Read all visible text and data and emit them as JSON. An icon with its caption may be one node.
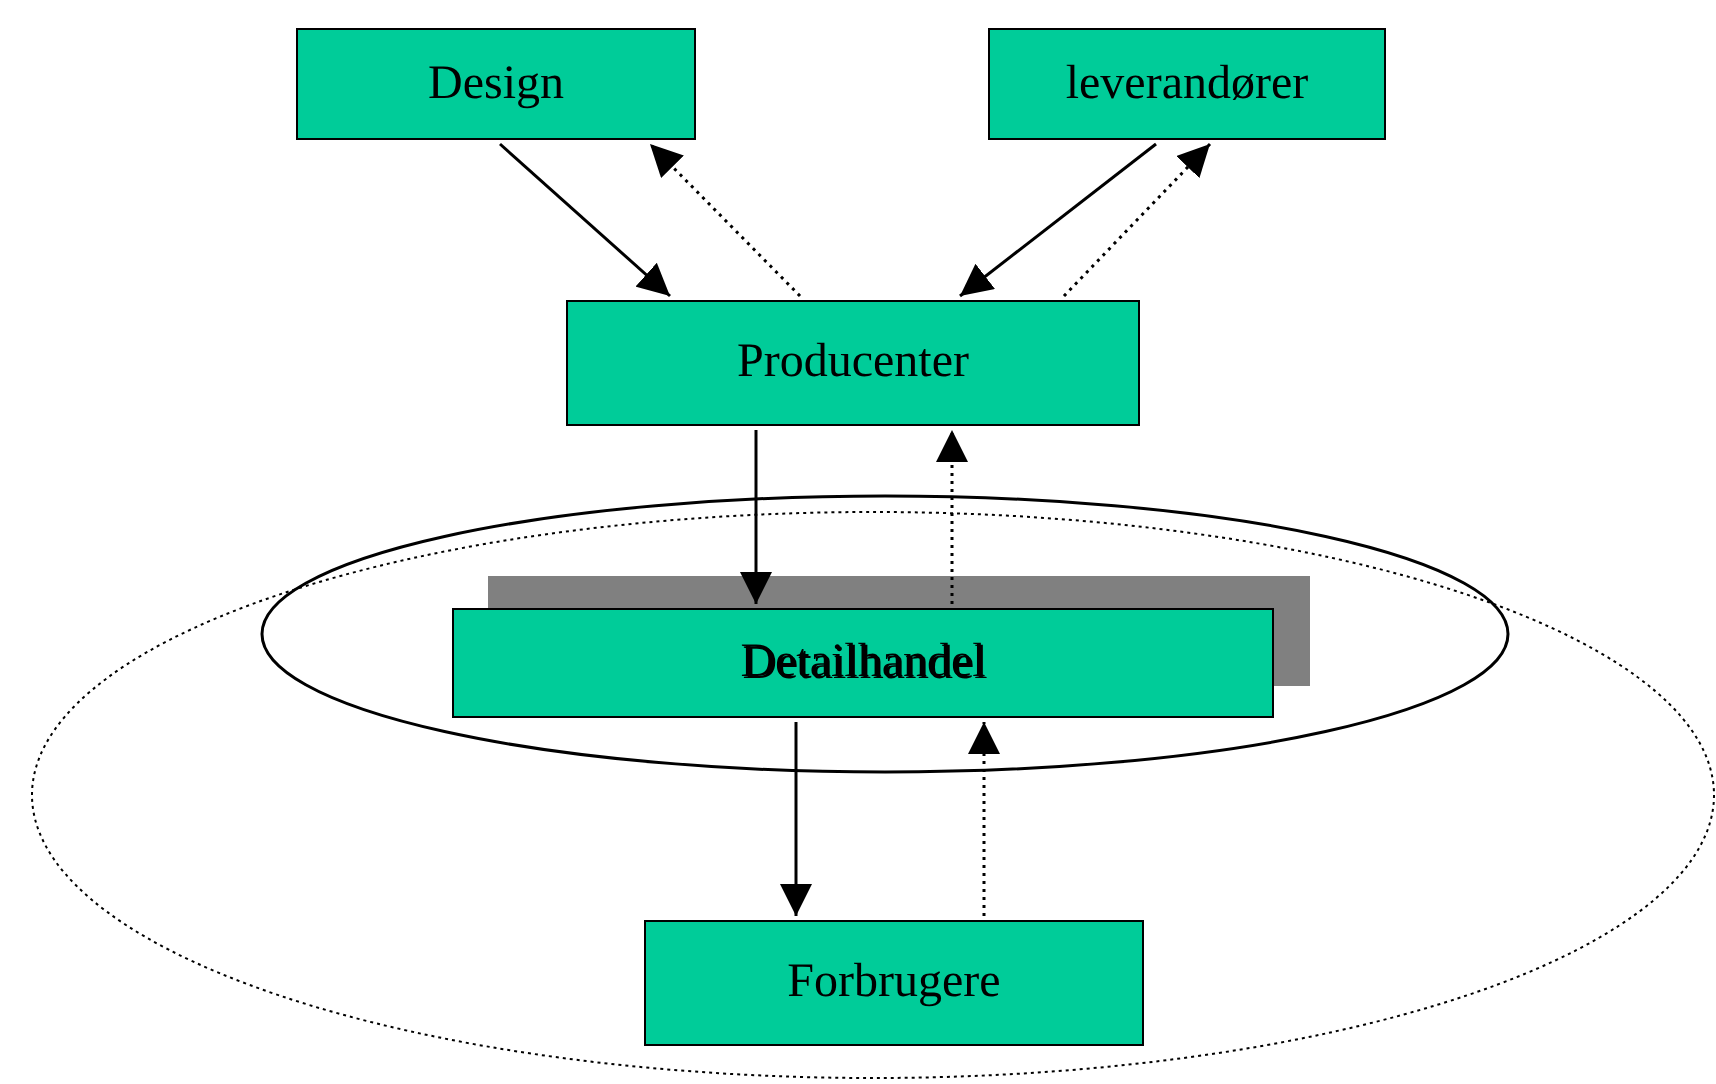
{
  "diagram": {
    "nodes": [
      {
        "text": [
          "Design"
        ]
      },
      {
        "text": [
          "leverandører"
        ]
      },
      {
        "text": [
          "Producenter"
        ]
      },
      {
        "text": [],
        "shape": "ellipse"
      },
      {
        "text": [],
        "shape": "ellipse",
        "in": 3
      },
      {
        "text": [
          "Detailhandel"
        ],
        "in": 4
      },
      {
        "text": [
          "Forbrugere"
        ],
        "in": 3
      }
    ],
    "edges": [
      {
        "from": 0,
        "to": 2,
        "arrow": "to"
      },
      {
        "from": 2,
        "to": 0,
        "arrow": "to",
        "style": "dashed"
      },
      {
        "from": 1,
        "to": 2,
        "arrow": "to"
      },
      {
        "from": 2,
        "to": 1,
        "arrow": "to",
        "style": "dashed"
      },
      {
        "from": 2,
        "to": 5,
        "arrow": "to"
      },
      {
        "from": 5,
        "to": 2,
        "arrow": "to",
        "style": "dashed"
      },
      {
        "from": 5,
        "to": 6,
        "arrow": "to"
      },
      {
        "from": 6,
        "to": 5,
        "arrow": "to",
        "style": "dashed"
      }
    ]
  }
}
